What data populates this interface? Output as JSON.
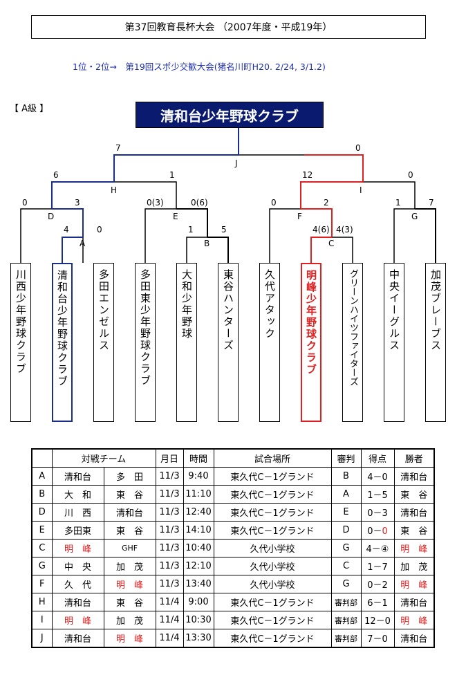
{
  "title": "第37回教育長杯大会 （2007年度・平成19年）",
  "note": "1位・2位→　第19回スポ少交歓大会(猪名川町H20. 2/24, 3/1.2)",
  "grade": "【 A級 】",
  "champion": "清和台少年野球クラブ",
  "teams": [
    "川西少年野球クラブ",
    "清和台少年野球クラブ",
    "多田エンゼルス",
    "多田東少年野球クラブ",
    "大和少年野球",
    "東谷ハンターズ",
    "久代アタック",
    "明峰少年野球クラブ",
    "グリーンハイツファイターズ",
    "中央イーグルス",
    "加茂ブレーブス"
  ],
  "bracket": {
    "A": {
      "name": "A",
      "left": "4",
      "right": "0"
    },
    "B": {
      "name": "B",
      "left": "1",
      "right": "5"
    },
    "C": {
      "name": "C",
      "left": "4(6)",
      "right": "4(3)"
    },
    "D": {
      "name": "D",
      "left": "0",
      "right": "3"
    },
    "E": {
      "name": "E",
      "left": "0(3)",
      "right": "0(6)"
    },
    "F": {
      "name": "F",
      "left": "0",
      "right": "2"
    },
    "G": {
      "name": "G",
      "left": "1",
      "right": "7"
    },
    "H": {
      "name": "H",
      "left": "6",
      "right": "1"
    },
    "I": {
      "name": "I",
      "left": "12",
      "right": "0"
    },
    "J": {
      "name": "J",
      "left": "7",
      "right": "0"
    }
  },
  "table": {
    "headers": [
      "",
      "対戦チーム",
      "月日",
      "時間",
      "試合場所",
      "審判",
      "得点",
      "勝者"
    ],
    "rows": [
      {
        "id": "A",
        "t1": "清和台",
        "t2": "多　田",
        "date": "11/3",
        "time": "9:40",
        "place": "東久代C－1グランド",
        "ump": "B",
        "score": "4－0",
        "winner": "清和台"
      },
      {
        "id": "B",
        "t1": "大　和",
        "t2": "東　谷",
        "date": "11/3",
        "time": "11:10",
        "place": "東久代C－1グランド",
        "ump": "A",
        "score": "1－5",
        "winner": "東　谷"
      },
      {
        "id": "D",
        "t1": "川　西",
        "t2": "清和台",
        "date": "11/3",
        "time": "12:40",
        "place": "東久代C－1グランド",
        "ump": "E",
        "score": "0－3",
        "winner": "清和台"
      },
      {
        "id": "E",
        "t1": "多田東",
        "t2": "東　谷",
        "date": "11/3",
        "time": "14:10",
        "place": "東久代C－1グランド",
        "ump": "D",
        "score_a": "0－",
        "score_b": "0",
        "winner": "東　谷"
      },
      {
        "id": "C",
        "t1": "明　峰",
        "t2": "GHF",
        "date": "11/3",
        "time": "10:40",
        "place": "久代小学校",
        "ump": "G",
        "score": "4－④",
        "winner": "明　峰"
      },
      {
        "id": "G",
        "t1": "中　央",
        "t2": "加　茂",
        "date": "11/3",
        "time": "12:10",
        "place": "久代小学校",
        "ump": "C",
        "score": "1－7",
        "winner": "加　茂"
      },
      {
        "id": "F",
        "t1": "久　代",
        "t2": "明　峰",
        "date": "11/3",
        "time": "13:40",
        "place": "久代小学校",
        "ump": "G",
        "score": "0－2",
        "winner": "明　峰"
      },
      {
        "id": "H",
        "t1": "清和台",
        "t2": "東　谷",
        "date": "11/4",
        "time": "9:00",
        "place": "東久代C－1グランド",
        "ump": "審判部",
        "score": "6－1",
        "winner": "清和台"
      },
      {
        "id": "I",
        "t1": "明　峰",
        "t2": "加　茂",
        "date": "11/4",
        "time": "10:30",
        "place": "東久代C－1グランド",
        "ump": "審判部",
        "score": "12－0",
        "winner": "明　峰"
      },
      {
        "id": "J",
        "t1": "清和台",
        "t2": "明　峰",
        "date": "11/4",
        "time": "13:30",
        "place": "東久代C－1グランド",
        "ump": "審判部",
        "score": "7－0",
        "winner": "清和台"
      }
    ]
  },
  "colors": {
    "blue": "#1a2d8a",
    "red": "#e02020",
    "navy": "#0a1a6e"
  }
}
